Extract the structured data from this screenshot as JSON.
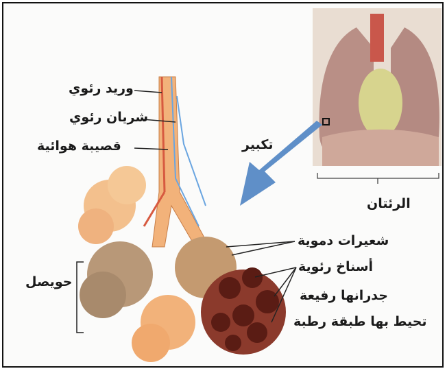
{
  "labels": {
    "pulmonary_vein": "وريد رئوي",
    "pulmonary_artery": "شريان رئوي",
    "bronchiole": "قصيبة هوائية",
    "magnify": "تكبير",
    "lungs": "الرئتان",
    "capillaries": "شعيرات دموية",
    "alveoli": "أسناخ رئوية",
    "thin_walls": "جدرانها رفيعة",
    "moist_layer": "تحيط بها طبقة رطبة",
    "alveolar_sac": "حويصل"
  },
  "colors": {
    "arrow": "#5f8fc8",
    "airway": "#f2b27a",
    "vein": "#6aa5e0",
    "alveolus_dark": "#7a2a1f",
    "lung": "#b98f86"
  }
}
